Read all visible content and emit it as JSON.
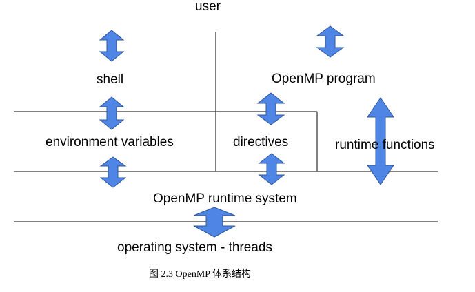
{
  "labels": {
    "user": "user",
    "shell": "shell",
    "openmp_program": "OpenMP program",
    "environment_variables": "environment variables",
    "directives": "directives",
    "runtime_functions": "runtime functions",
    "openmp_runtime_system": "OpenMP runtime system",
    "operating_system": "operating system - threads"
  },
  "caption": "图 2.3 OpenMP 体系结构",
  "colors": {
    "arrow_fill": "#4f86e6",
    "arrow_stroke": "#2f5596",
    "line": "#000000"
  },
  "icons": {
    "arrow": "double-headed-vertical-arrow"
  }
}
